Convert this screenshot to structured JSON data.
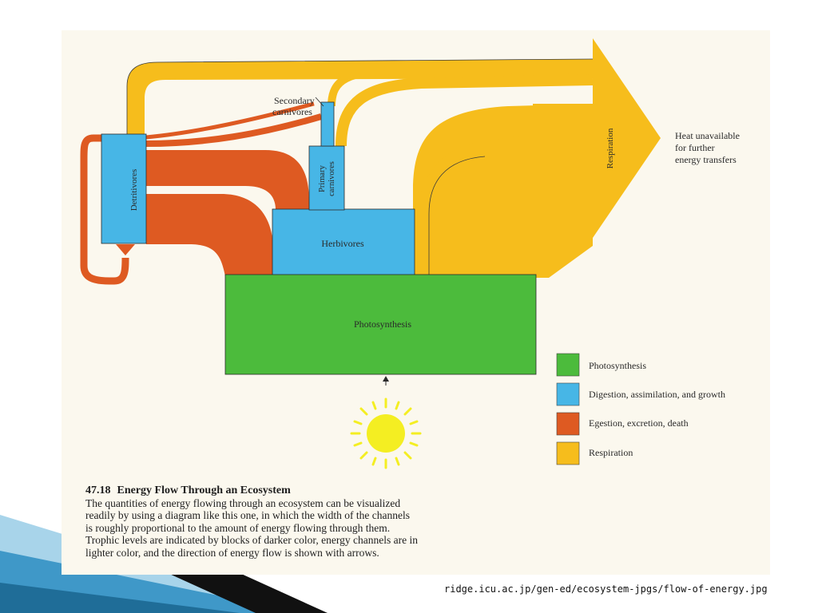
{
  "diagram": {
    "labels": {
      "secondary_carnivores": [
        "Secondary",
        "carnivores"
      ],
      "primary_carnivores": [
        "Primary",
        "carnivores"
      ],
      "detritivores": "Detritivores",
      "herbivores": "Herbivores",
      "photosynthesis": "Photosynthesis",
      "respiration": "Respiration",
      "heat": [
        "Heat unavailable",
        "for further",
        "energy transfers"
      ]
    },
    "colors": {
      "photosynthesis": "#4cbb3c",
      "digestion": "#47b6e6",
      "egestion": "#de5a22",
      "respiration": "#f6bd1c",
      "sun": "#f4ee22"
    }
  },
  "legend": {
    "items": [
      {
        "label": "Photosynthesis",
        "color": "#4cbb3c"
      },
      {
        "label": "Digestion, assimilation, and growth",
        "color": "#47b6e6"
      },
      {
        "label": "Egestion, excretion, death",
        "color": "#de5a22"
      },
      {
        "label": "Respiration",
        "color": "#f6bd1c"
      }
    ]
  },
  "caption": {
    "number": "47.18",
    "title": "Energy Flow Through an Ecosystem",
    "lines": [
      "The quantities of energy flowing through an ecosystem can be visualized",
      "readily by using a diagram like this one, in which the width of the channels",
      "is roughly proportional to the amount of energy flowing through them.",
      "Trophic levels are indicated by blocks of darker color, energy channels are in",
      "lighter color, and the direction of energy flow is shown with arrows."
    ]
  },
  "source": "ridge.icu.ac.jp/gen-ed/ecosystem-jpgs/flow-of-energy.jpg"
}
